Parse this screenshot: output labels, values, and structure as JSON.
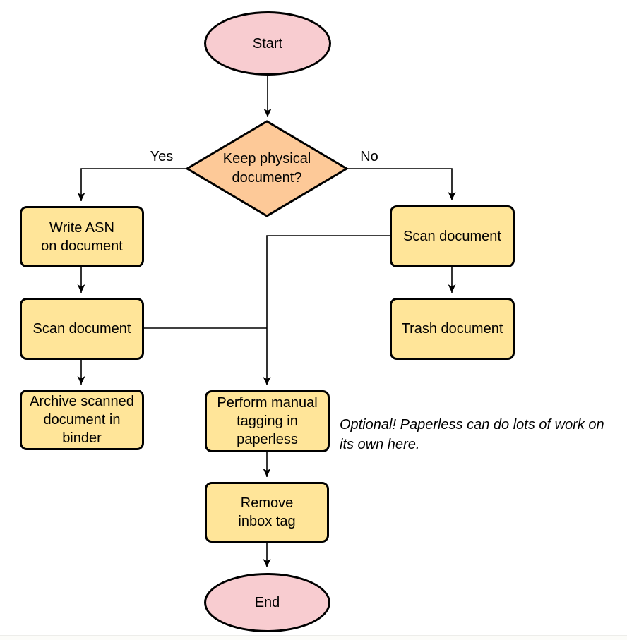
{
  "diagram": {
    "type": "flowchart",
    "nodes": {
      "start": {
        "shape": "terminator",
        "label": "Start"
      },
      "decision": {
        "shape": "decision",
        "label": [
          "Keep physical",
          "document?"
        ]
      },
      "write_asn": {
        "shape": "process",
        "label": [
          "Write ASN",
          "on document"
        ]
      },
      "scan_left": {
        "shape": "process",
        "label": "Scan document"
      },
      "archive": {
        "shape": "process",
        "label": [
          "Archive scanned",
          "document in",
          "binder"
        ]
      },
      "scan_right": {
        "shape": "process",
        "label": "Scan document"
      },
      "trash": {
        "shape": "process",
        "label": "Trash document"
      },
      "tagging": {
        "shape": "process",
        "label": [
          "Perform manual",
          "tagging in",
          "paperless"
        ]
      },
      "remove_inbox": {
        "shape": "process",
        "label": [
          "Remove",
          "inbox tag"
        ]
      },
      "end": {
        "shape": "terminator",
        "label": "End"
      }
    },
    "edge_labels": {
      "yes": "Yes",
      "no": "No"
    },
    "edges": [
      {
        "from": "start",
        "to": "decision"
      },
      {
        "from": "decision",
        "to": "write_asn",
        "label": "Yes"
      },
      {
        "from": "decision",
        "to": "scan_right",
        "label": "No"
      },
      {
        "from": "write_asn",
        "to": "scan_left"
      },
      {
        "from": "scan_left",
        "to": "archive"
      },
      {
        "from": "scan_left",
        "to": "tagging"
      },
      {
        "from": "scan_right",
        "to": "trash"
      },
      {
        "from": "scan_right",
        "to": "tagging"
      },
      {
        "from": "tagging",
        "to": "remove_inbox"
      },
      {
        "from": "remove_inbox",
        "to": "end"
      }
    ],
    "note": {
      "text": [
        "Optional! Paperless can do lots of work on",
        "its own here."
      ]
    },
    "colors": {
      "terminator-fill": "#F8CCD0",
      "process-fill": "#FFE599",
      "decision-fill": "#FDC998",
      "stroke": "#000000",
      "connector": "#000000"
    }
  }
}
